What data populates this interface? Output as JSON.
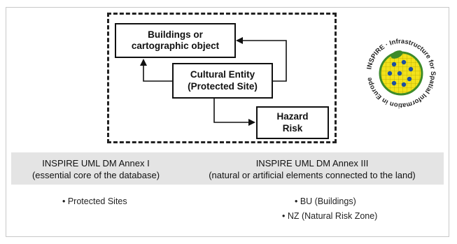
{
  "diagram": {
    "buildings_box": [
      "Buildings or",
      "cartographic object"
    ],
    "cultural_box": [
      "Cultural Entity",
      "(Protected Site)"
    ],
    "hazard_box": [
      "Hazard",
      "Risk"
    ]
  },
  "logo": {
    "ring_text": "INSPIRE · Infrastructure for Spatial Information in Europe"
  },
  "table": {
    "col1": {
      "header": [
        "INSPIRE UML DM Annex I",
        "(essential core of the database)"
      ],
      "items": [
        "• Protected Sites"
      ]
    },
    "col2": {
      "header": [
        "INSPIRE UML DM Annex III",
        "(natural or artificial elements connected to the land)"
      ],
      "items": [
        "• BU (Buildings)",
        "• NZ (Natural Risk Zone)"
      ]
    }
  },
  "colors": {
    "header_bg": "#e4e4e4",
    "logo_green": "#3d8b2a",
    "logo_yellow": "#f2e21b",
    "logo_blue": "#1c4fa0"
  }
}
